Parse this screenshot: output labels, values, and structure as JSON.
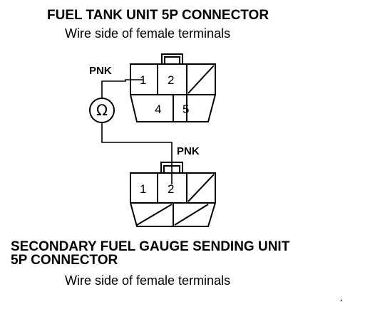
{
  "top_connector": {
    "title": "FUEL TANK UNIT 5P CONNECTOR",
    "subtitle": "Wire side of female terminals",
    "terminals": [
      "1",
      "2",
      "4",
      "5"
    ],
    "wire_label": "PNK"
  },
  "meter": {
    "symbol": "Ω",
    "icon": "ohmmeter-icon"
  },
  "bottom_connector": {
    "title_line1": "SECONDARY FUEL GAUGE SENDING UNIT",
    "title_line2": "5P CONNECTOR",
    "subtitle": "Wire side of female terminals",
    "terminals": [
      "1",
      "2"
    ],
    "wire_label": "PNK"
  }
}
